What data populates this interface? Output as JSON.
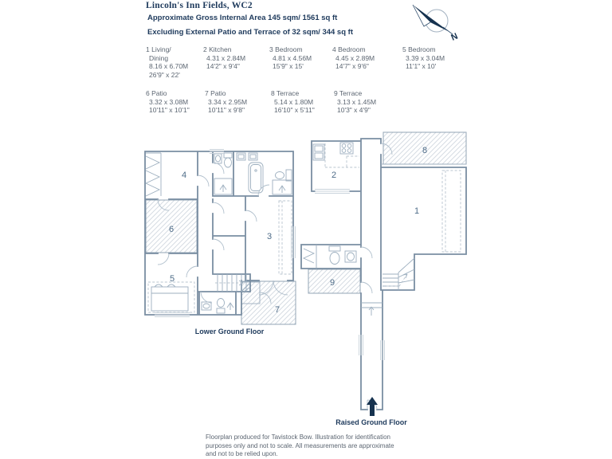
{
  "header": {
    "title": "Lincoln's Inn Fields, WC2",
    "area_line": "Approximate Gross Internal Area 145 sqm/ 1561 sq ft",
    "excluding_line": "Excluding External Patio and Terrace of 32 sqm/ 344 sq ft"
  },
  "compass": {
    "label": "N"
  },
  "legend": {
    "row1": [
      {
        "line1": "1 Living/",
        "line2": "Dining",
        "metric": "8.16 x 6.70M",
        "imperial": "26'9\" x 22'"
      },
      {
        "line1": "2 Kitchen",
        "metric": "4.31 x 2.84M",
        "imperial": "14'2\" x 9'4\""
      },
      {
        "line1": "3 Bedroom",
        "metric": "4.81 x 4.56M",
        "imperial": "15'9\" x 15'"
      },
      {
        "line1": "4 Bedroom",
        "metric": "4.45 x 2.89M",
        "imperial": "14'7\" x 9'6\""
      },
      {
        "line1": "5 Bedroom",
        "metric": "3.39 x 3.04M",
        "imperial": "11'1\" x 10'"
      }
    ],
    "row2": [
      {
        "line1": "6 Patio",
        "metric": "3.32 x 3.08M",
        "imperial": "10'11\" x 10'1\""
      },
      {
        "line1": "7 Patio",
        "metric": "3.34 x 2.95M",
        "imperial": "10'11\" x 9'8\""
      },
      {
        "line1": "8 Terrace",
        "metric": "5.14 x 1.80M",
        "imperial": "16'10\" x 5'11\""
      },
      {
        "line1": "9 Terrace",
        "metric": "3.13 x 1.45M",
        "imperial": "10'3\" x 4'9\""
      }
    ]
  },
  "plans": {
    "lower": {
      "label": "Lower Ground Floor",
      "numbers": {
        "n3": "3",
        "n4": "4",
        "n5": "5",
        "n6": "6",
        "n7": "7"
      }
    },
    "raised": {
      "label": "Raised Ground Floor",
      "numbers": {
        "n1": "1",
        "n2": "2",
        "n8": "8",
        "n9": "9"
      }
    }
  },
  "footer": {
    "line1": "Floorplan produced for Tavistock Bow. Illustration for identification",
    "line2": "purposes only and not to scale. All measurements are approximate",
    "line3": "and not to be relied upon."
  }
}
